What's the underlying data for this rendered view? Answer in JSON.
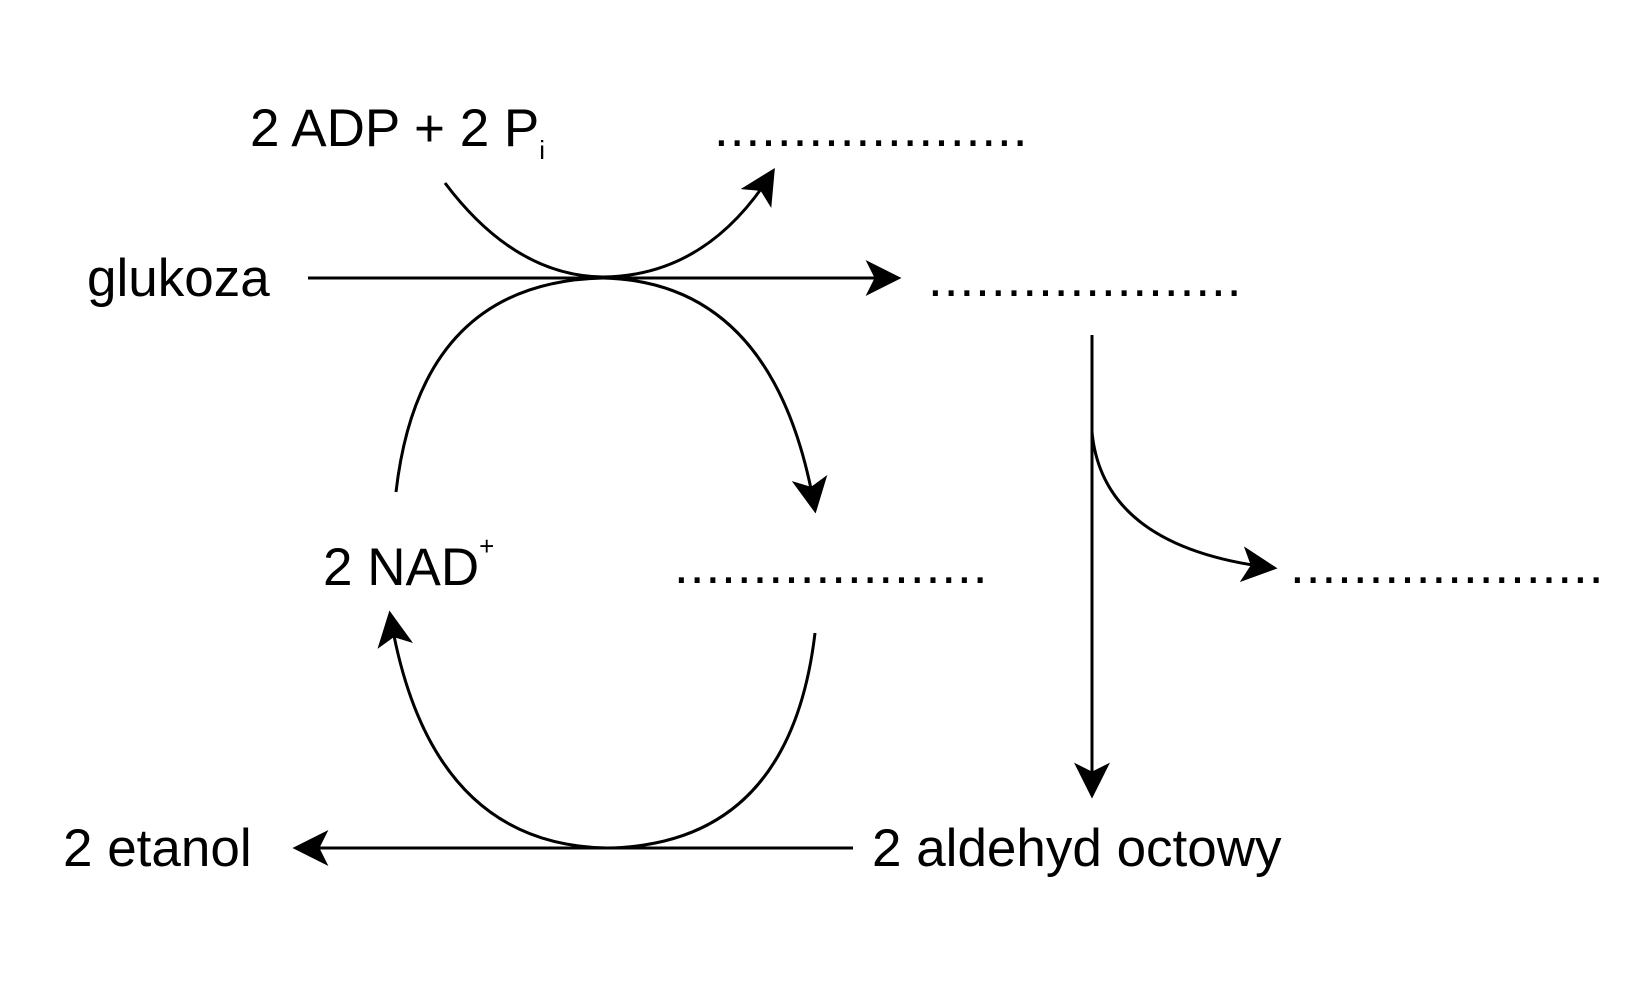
{
  "labels": {
    "adp_main": "2 ADP + 2 P",
    "adp_sub": "i",
    "glucose": "glukoza",
    "nad_main": "2 NAD",
    "nad_sup": "+",
    "ethanol": "2 etanol",
    "acetaldehyde": "2 aldehyd octowy"
  },
  "blanks": {
    "atp_product": "....................",
    "pyruvate_product": "....................",
    "nadh_product": "....................",
    "co2_product": "...................."
  },
  "colors": {
    "line": "#000000",
    "background": "#ffffff"
  }
}
